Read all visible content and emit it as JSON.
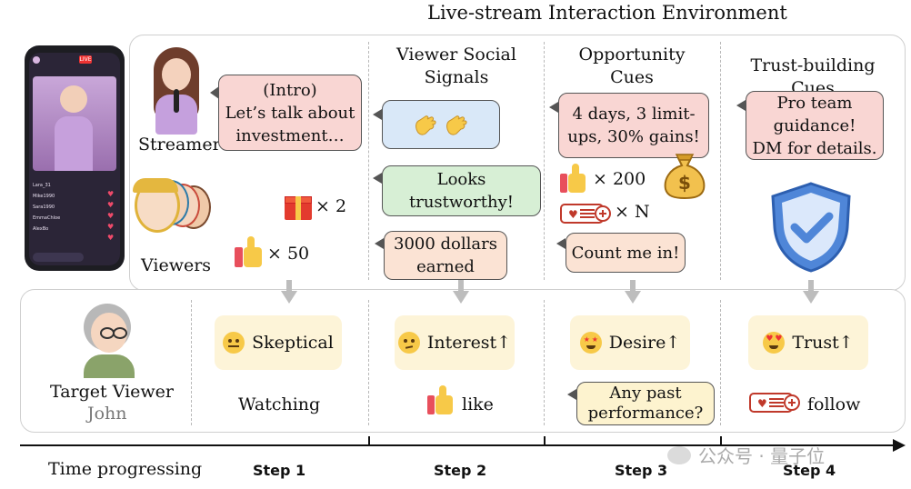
{
  "title": "Live-stream Interaction Environment",
  "streamer_label": "Streamer",
  "viewers_label": "Viewers",
  "gift_count": "× 2",
  "likes_count": "× 50",
  "intro_bubble": [
    "(Intro)",
    "Let’s talk about",
    "investment…"
  ],
  "columns": [
    {
      "heading": [
        "Viewer Social",
        "Signals"
      ]
    },
    {
      "heading": [
        "Opportunity",
        "Cues"
      ]
    },
    {
      "heading": [
        "Trust-building Cues"
      ]
    }
  ],
  "social": {
    "trustworthy": [
      "Looks",
      "trustworthy!"
    ],
    "dollars": [
      "3000 dollars",
      "earned"
    ]
  },
  "opportunity": {
    "gains": [
      "4 days, 3 limit-",
      "ups, 30% gains!"
    ],
    "likes": "× 200",
    "follows": "× N",
    "count_me": "Count me in!"
  },
  "trust_bubble": [
    "Pro team",
    "guidance!",
    "DM for details."
  ],
  "target": {
    "label": "Target Viewer",
    "name": "John"
  },
  "states": [
    {
      "label": "Skeptical",
      "arrow": ""
    },
    {
      "label": "Interest",
      "arrow": "↑"
    },
    {
      "label": "Desire",
      "arrow": "↑"
    },
    {
      "label": "Trust",
      "arrow": "↑"
    }
  ],
  "actions": {
    "watching": "Watching",
    "like": "like",
    "follow": "follow"
  },
  "past_performance": [
    "Any past",
    "performance?"
  ],
  "timeline": {
    "label": "Time progressing",
    "steps": [
      "Step 1",
      "Step 2",
      "Step 3",
      "Step 4"
    ]
  },
  "watermark": "公众号 · 量子位",
  "phone": {
    "live_badge": "LIVE",
    "chat": [
      "Lara_31",
      "Mike1990",
      "Sara1990",
      "EmmaChloe",
      "AlexBo"
    ]
  }
}
